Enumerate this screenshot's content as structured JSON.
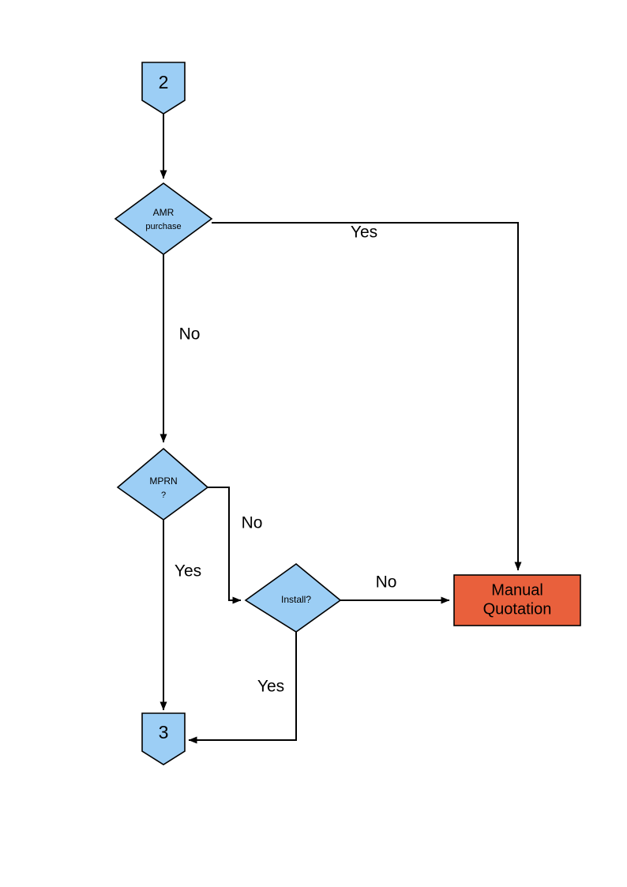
{
  "diagram": {
    "type": "flowchart",
    "title": "",
    "background_color": "#FFFFFF",
    "palette": {
      "node_blue": "#9CCEF5",
      "node_orange": "#E9603C",
      "stroke": "#000000",
      "text": "#000000"
    },
    "nodes": [
      {
        "id": "connector-2",
        "shape": "pentagon-home-plate",
        "label": "2",
        "color": "#9CCEF5"
      },
      {
        "id": "decision-amr-purchase",
        "shape": "diamond",
        "label_line1": "AMR",
        "label_line2": "purchase",
        "color": "#9CCEF5"
      },
      {
        "id": "decision-mprn",
        "shape": "diamond",
        "label_line1": "MPRN",
        "label_line2": "?",
        "color": "#9CCEF5"
      },
      {
        "id": "decision-install",
        "shape": "diamond",
        "label_line1": "Install?",
        "label_line2": "",
        "color": "#9CCEF5"
      },
      {
        "id": "process-manual-quotation",
        "shape": "rectangle",
        "label_line1": "Manual",
        "label_line2": "Quotation",
        "color": "#E9603C"
      },
      {
        "id": "connector-3",
        "shape": "pentagon-home-plate",
        "label": "3",
        "color": "#9CCEF5"
      }
    ],
    "edges": [
      {
        "id": "edge-2-to-amr",
        "from": "connector-2",
        "to": "decision-amr-purchase",
        "label": ""
      },
      {
        "id": "edge-amr-yes",
        "from": "decision-amr-purchase",
        "to": "process-manual-quotation",
        "label": "Yes"
      },
      {
        "id": "edge-amr-no",
        "from": "decision-amr-purchase",
        "to": "decision-mprn",
        "label": "No"
      },
      {
        "id": "edge-mprn-no",
        "from": "decision-mprn",
        "to": "decision-install",
        "label": "No"
      },
      {
        "id": "edge-mprn-yes",
        "from": "decision-mprn",
        "to": "connector-3",
        "label": "Yes"
      },
      {
        "id": "edge-install-no",
        "from": "decision-install",
        "to": "process-manual-quotation",
        "label": "No"
      },
      {
        "id": "edge-install-yes",
        "from": "decision-install",
        "to": "connector-3",
        "label": "Yes"
      }
    ]
  }
}
